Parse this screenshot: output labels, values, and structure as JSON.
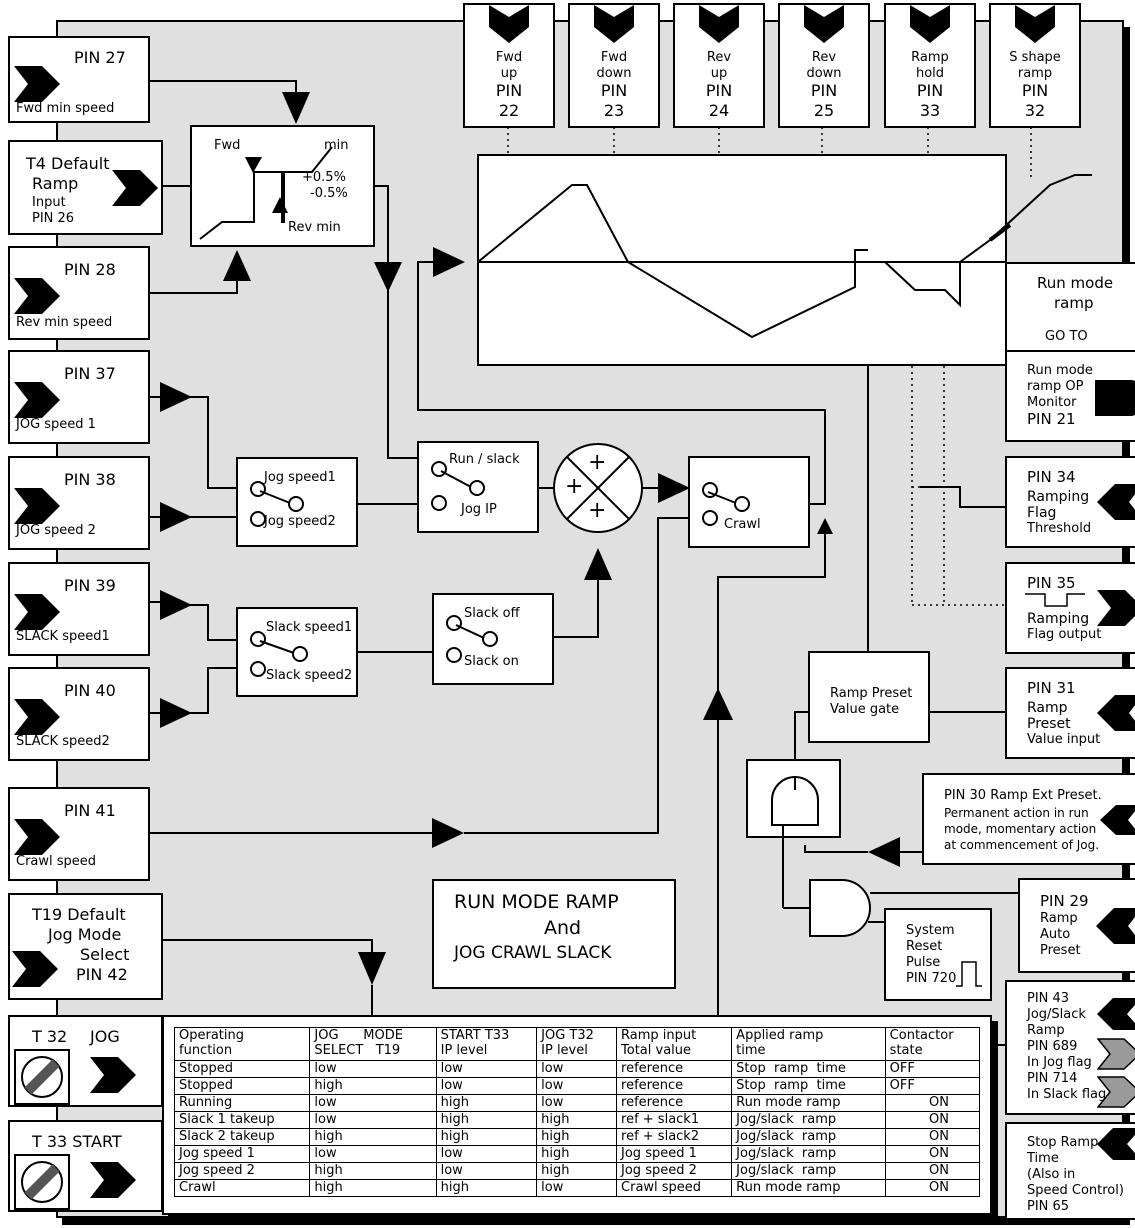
{
  "diagram_title": {
    "line1": "RUN MODE RAMP",
    "line2": "And",
    "line3": "JOG CRAWL SLACK"
  },
  "left_inputs": {
    "pin27": {
      "pin": "PIN 27",
      "label": "Fwd min speed"
    },
    "t4": {
      "l1": "T4 Default",
      "l2": "Ramp",
      "l3": "Input",
      "l4": "PIN 26"
    },
    "pin28": {
      "pin": "PIN 28",
      "label": "Rev min speed"
    },
    "pin37": {
      "pin": "PIN 37",
      "label": "JOG speed 1"
    },
    "pin38": {
      "pin": "PIN 38",
      "label": "JOG speed 2"
    },
    "pin39": {
      "pin": "PIN 39",
      "label": "SLACK speed1"
    },
    "pin40": {
      "pin": "PIN 40",
      "label": "SLACK speed2"
    },
    "pin41": {
      "pin": "PIN 41",
      "label": "Crawl speed"
    },
    "t19": {
      "l1": "T19 Default",
      "l2": "Jog Mode",
      "l3": "Select",
      "l4": "PIN 42"
    },
    "t32": {
      "term": "T 32",
      "label": "JOG"
    },
    "t33": {
      "label": "T 33 START"
    }
  },
  "top_inputs": [
    {
      "l1": "Fwd",
      "l2": "up",
      "pin": "PIN",
      "num": "22"
    },
    {
      "l1": "Fwd",
      "l2": "down",
      "pin": "PIN",
      "num": "23"
    },
    {
      "l1": "Rev",
      "l2": "up",
      "pin": "PIN",
      "num": "24"
    },
    {
      "l1": "Rev",
      "l2": "down",
      "pin": "PIN",
      "num": "25"
    },
    {
      "l1": "Ramp",
      "l2": "hold",
      "pin": "PIN",
      "num": "33"
    },
    {
      "l1": "S shape",
      "l2": "ramp",
      "pin": "PIN",
      "num": "32"
    }
  ],
  "min_speed_block": {
    "fwd": "Fwd",
    "min": "min",
    "plus": "+0.5%",
    "minus": "-0.5%",
    "rev": "Rev min"
  },
  "switches": {
    "jog": {
      "a": "Jog speed1",
      "b": "Jog speed2"
    },
    "run": {
      "a": "Run / slack",
      "b": "Jog IP"
    },
    "slack_sel": {
      "a": "Slack speed1",
      "b": "Slack speed2"
    },
    "slack_on": {
      "a": "Slack off",
      "b": "Slack on"
    },
    "crawl": {
      "b": "Crawl"
    }
  },
  "right_outputs": {
    "run_mode": {
      "l1": "Run mode",
      "l2": "ramp",
      "l3": "GO TO"
    },
    "pin21": {
      "l1": "Run mode",
      "l2": "ramp OP",
      "l3": "Monitor",
      "l4": "PIN 21"
    },
    "pin34": {
      "l1": "PIN 34",
      "l2": "Ramping",
      "l3": "Flag",
      "l4": "Threshold"
    },
    "pin35": {
      "l1": "PIN 35",
      "l2": "Ramping",
      "l3": "Flag output"
    },
    "pin31": {
      "l1": "PIN 31",
      "l2": "Ramp",
      "l3": "Preset",
      "l4": "Value input"
    },
    "pin30": {
      "l1": "PIN 30 Ramp Ext Preset.",
      "l2": "Permanent action in run",
      "l3": "mode, momentary action",
      "l4": "at commencement of Jog."
    },
    "pin29": {
      "l1": "PIN 29",
      "l2": "Ramp",
      "l3": "Auto",
      "l4": "Preset"
    },
    "pin43": {
      "l1": "PIN 43",
      "l2": "Jog/Slack",
      "l3": "Ramp",
      "l4": "PIN 689",
      "l5": "In Jog flag",
      "l6": "PIN 714",
      "l7": "In Slack flag"
    },
    "pin65": {
      "l1": "Stop Ramp",
      "l2": "Time",
      "l3": "(Also in",
      "l4": "Speed Control)",
      "l5": "PIN 65"
    }
  },
  "ramp_preset_gate": {
    "l1": "Ramp Preset",
    "l2": "Value gate"
  },
  "system_reset": {
    "l1": "System",
    "l2": "Reset",
    "l3": "Pulse",
    "l4": "PIN 720"
  },
  "table": {
    "header": [
      [
        "Operating",
        "function"
      ],
      [
        "JOG      MODE",
        "SELECT   T19"
      ],
      [
        "START T33",
        "IP level"
      ],
      [
        "JOG T32",
        "IP level"
      ],
      [
        "Ramp input",
        "Total value"
      ],
      [
        "Applied ramp",
        "time"
      ],
      [
        "Contactor",
        "state"
      ]
    ],
    "rows": [
      [
        "Stopped",
        "low",
        "low",
        "low",
        "reference",
        "Stop  ramp  time",
        "OFF"
      ],
      [
        "Stopped",
        "high",
        "low",
        "low",
        "reference",
        "Stop  ramp  time",
        "OFF"
      ],
      [
        "Running",
        "low",
        "high",
        "low",
        "reference",
        "Run mode ramp",
        "ON"
      ],
      [
        "Slack 1 takeup",
        "low",
        "high",
        "high",
        "ref + slack1",
        "Jog/slack  ramp",
        "ON"
      ],
      [
        "Slack 2 takeup",
        "high",
        "high",
        "high",
        "ref + slack2",
        "Jog/slack  ramp",
        "ON"
      ],
      [
        "Jog speed 1",
        "low",
        "low",
        "high",
        "Jog speed 1",
        "Jog/slack  ramp",
        "ON"
      ],
      [
        "Jog speed 2",
        "high",
        "low",
        "high",
        "Jog speed 2",
        "Jog/slack  ramp",
        "ON"
      ],
      [
        "Crawl",
        "high",
        "high",
        "low",
        "Crawl speed",
        "Run mode ramp",
        "ON"
      ]
    ]
  },
  "colors": {
    "panel": "#e0e0e0",
    "line": "#000000",
    "toggle_arrow": "#9a9a9a"
  }
}
